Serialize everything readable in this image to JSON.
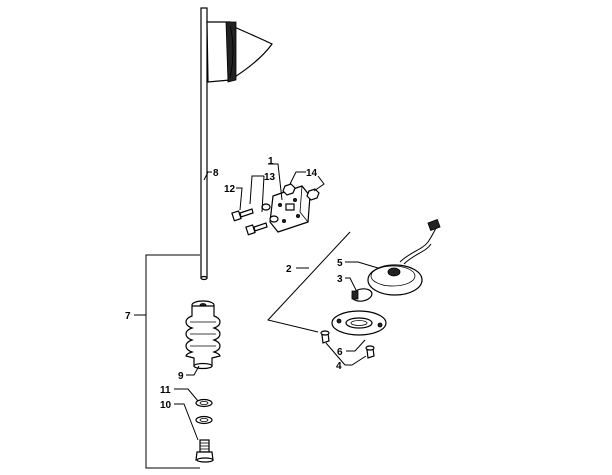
{
  "callouts": {
    "c1": "1",
    "c2": "2",
    "c3": "3",
    "c4": "4",
    "c5": "5",
    "c6": "6",
    "c7": "7",
    "c8": "8",
    "c9": "9",
    "c10": "10",
    "c11": "11",
    "c12": "12",
    "c13": "13",
    "c14": "14"
  },
  "colors": {
    "ink": "#000000",
    "paper": "#ffffff",
    "dark_fill": "#222222"
  }
}
